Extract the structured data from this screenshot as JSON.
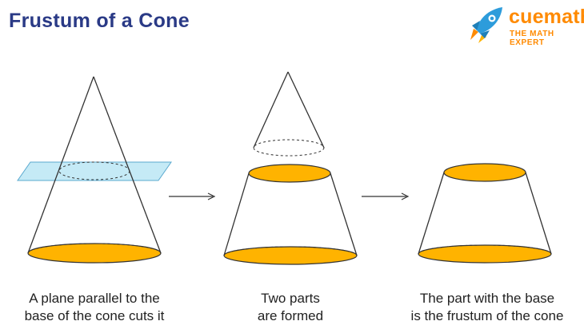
{
  "title": "Frustum of a Cone",
  "brand": {
    "name": "cuemath",
    "tagline": "THE MATH EXPERT",
    "icon": "rocket-icon"
  },
  "colors": {
    "title": "#2a3a86",
    "brand": "#ff8a00",
    "fill_orange": "#ffb300",
    "plane_fill": "#bfe8f5",
    "plane_stroke": "#5aa9cf",
    "stroke": "#333333"
  },
  "captions": [
    {
      "line1": "A plane parallel to the",
      "line2": "base of the cone cuts it"
    },
    {
      "line1": "Two parts",
      "line2": "are formed"
    },
    {
      "line1": "The part with the base",
      "line2": "is the frustum of the cone"
    }
  ],
  "arrows": [
    "arrow-right-icon",
    "arrow-right-icon"
  ]
}
